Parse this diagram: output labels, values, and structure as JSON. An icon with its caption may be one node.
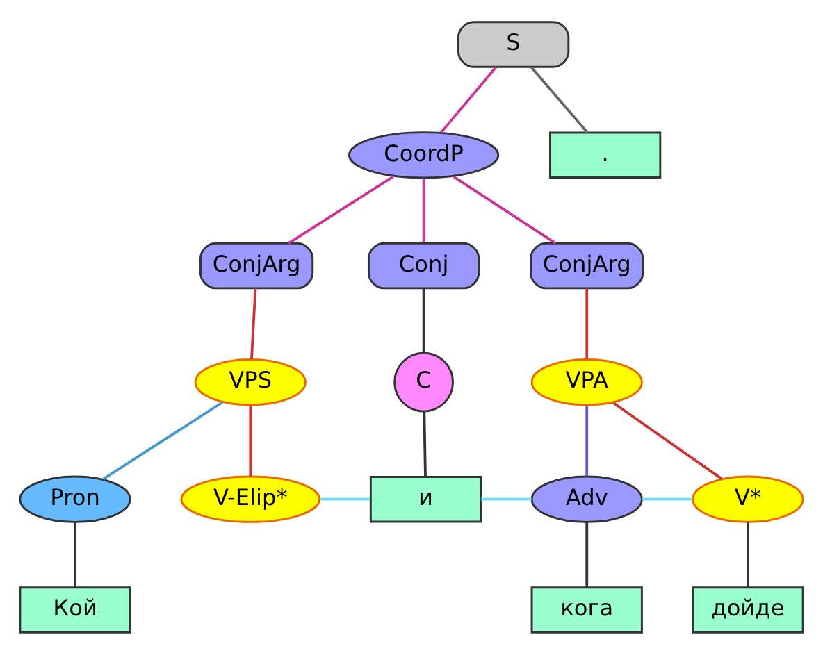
{
  "diagram": {
    "nodes": [
      {
        "text": [
          "S"
        ]
      },
      {
        "text": [
          "CoordP"
        ]
      },
      {
        "text": [
          "."
        ]
      },
      {
        "text": [
          "ConjArg"
        ]
      },
      {
        "text": [
          "Conj"
        ]
      },
      {
        "text": [
          "ConjArg"
        ]
      },
      {
        "text": [
          "VPS"
        ]
      },
      {
        "text": [
          "C"
        ]
      },
      {
        "text": [
          "VPA"
        ]
      },
      {
        "text": [
          "Pron"
        ]
      },
      {
        "text": [
          "V-Elip*"
        ]
      },
      {
        "text": [
          "и"
        ]
      },
      {
        "text": [
          "Adv"
        ]
      },
      {
        "text": [
          "V*"
        ]
      },
      {
        "text": [
          "Кой"
        ]
      },
      {
        "text": [
          "кога"
        ]
      },
      {
        "text": [
          "дойде"
        ]
      }
    ],
    "edges": [
      {
        "from": 0,
        "to": 1,
        "arrow": "none",
        "color": "#cc3399"
      },
      {
        "from": 0,
        "to": 2,
        "arrow": "none",
        "color": "#666666"
      },
      {
        "from": 1,
        "to": 3,
        "arrow": "none",
        "color": "#cc3399"
      },
      {
        "from": 1,
        "to": 4,
        "arrow": "none",
        "color": "#cc3399"
      },
      {
        "from": 1,
        "to": 5,
        "arrow": "none",
        "color": "#cc3399"
      },
      {
        "from": 3,
        "to": 6,
        "arrow": "none",
        "color": "#cc3333"
      },
      {
        "from": 4,
        "to": 7,
        "arrow": "none"
      },
      {
        "from": 5,
        "to": 8,
        "arrow": "none",
        "color": "#cc3333"
      },
      {
        "from": 6,
        "to": 9,
        "arrow": "none",
        "color": "#4499cc"
      },
      {
        "from": 6,
        "to": 10,
        "arrow": "none",
        "color": "#cc3333"
      },
      {
        "from": 7,
        "to": 11,
        "arrow": "none"
      },
      {
        "from": 8,
        "to": 12,
        "arrow": "none",
        "color": "#6655cc"
      },
      {
        "from": 8,
        "to": 13,
        "arrow": "none",
        "color": "#cc3333"
      },
      {
        "from": 10,
        "to": 11,
        "arrow": "none",
        "color": "#66e0f0"
      },
      {
        "from": 11,
        "to": 12,
        "arrow": "none",
        "color": "#66e0f0"
      },
      {
        "from": 12,
        "to": 13,
        "arrow": "none",
        "color": "#66e0f0"
      },
      {
        "from": 9,
        "to": 14,
        "arrow": "none"
      },
      {
        "from": 12,
        "to": 15,
        "arrow": "none"
      },
      {
        "from": 13,
        "to": 16,
        "arrow": "none"
      }
    ]
  }
}
